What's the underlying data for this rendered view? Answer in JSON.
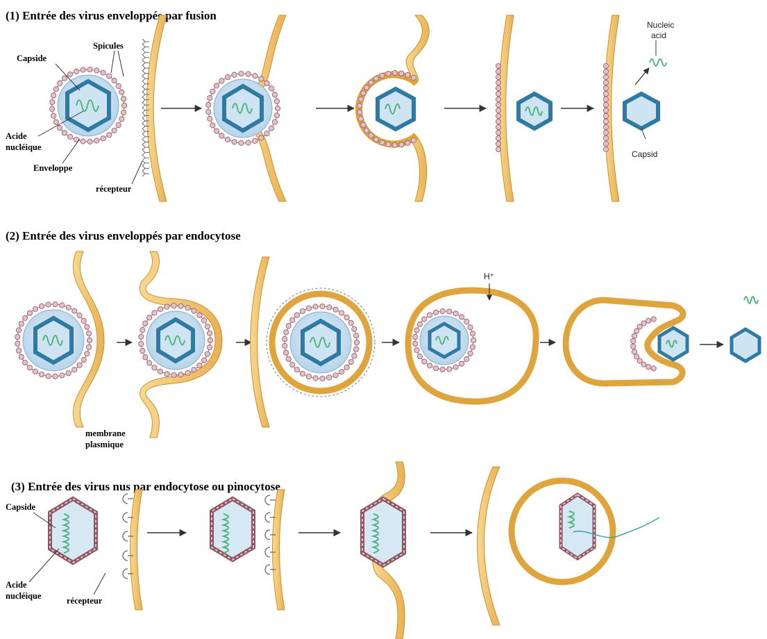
{
  "colors": {
    "membrane_fill": "#f5cf7c",
    "membrane_edge": "#d9a23a",
    "membrane_dark": "#e8a73a",
    "virus_core": "#c8e0f1",
    "capsid_fill": "#3a7fa6",
    "capsid_edge": "#1f5a7f",
    "nucleic_acid": "#4fb37c",
    "spicule": "#9e6a78",
    "spicule_fill": "#e3c3c9",
    "receptor": "#666666",
    "arrow": "#333333"
  },
  "panels": [
    {
      "title": "(1) Entrée des virus enveloppés par fusion",
      "labels": {
        "capside": "Capside",
        "spicules": "Spicules",
        "acide_nucleique": [
          "Acide",
          "nucléique"
        ],
        "enveloppe": "Enveloppe",
        "recepteur": "récepteur",
        "nucleic_acid": [
          "Nucleic",
          "acid"
        ],
        "capsid": "Capsid"
      },
      "stage_icons": [
        "virus-approach",
        "virus-attached",
        "virus-fusing",
        "capsid-released",
        "capsid-uncoating"
      ]
    },
    {
      "title": "(2) Entrée des virus enveloppés par endocytose",
      "labels": {
        "membrane": [
          "membrane",
          "plasmique"
        ],
        "proton": "H⁺"
      },
      "stage_icons": [
        "virus-attached",
        "membrane-wrapping",
        "endosome-pinching",
        "endosome-acidifying",
        "envelope-fusing",
        "capsid-uncoating"
      ]
    },
    {
      "title": "(3) Entrée des virus nus par endocytose ou pinocytose",
      "labels": {
        "capside": "Capside",
        "acide_nucleique": [
          "Acide",
          "nucléique"
        ],
        "recepteur": "récepteur"
      },
      "stage_icons": [
        "naked-virus-approach",
        "naked-virus-attached",
        "naked-virus-engulfed",
        "vesicle-genome-release"
      ]
    }
  ]
}
